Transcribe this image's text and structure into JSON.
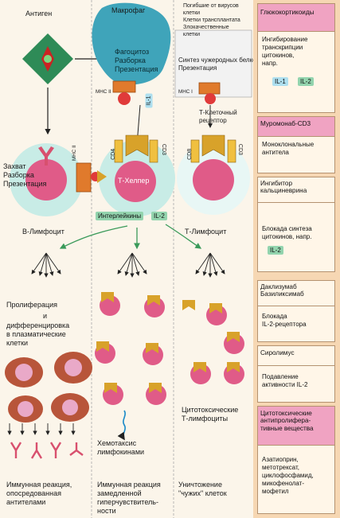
{
  "left_column": {
    "antigen_label": "Антиген",
    "capture_lines": [
      "Захват",
      "Разборка",
      "Презентация"
    ],
    "mhc2_label": "MHC II",
    "b_cell_label": "В-Лимфоцит",
    "proliferation": "Пролиферация",
    "and_text": "и",
    "differentiation_lines": [
      "дифференцировка",
      "в плазматические",
      "клетки"
    ],
    "outcome_lines": [
      "Иммунная реакция,",
      "опосредованная",
      "антителами"
    ]
  },
  "middle_column": {
    "macrophage_label": "Макрофаг",
    "macrophage_steps": [
      "Фагоцитоз",
      "Разборка",
      "Презентация"
    ],
    "mhc2_label": "MHC II",
    "il1_tag": "IL-1",
    "cd4_label": "CD4",
    "cd3_label": "CD3",
    "t_helper_label": "Т-Хелпер",
    "interleukins_tag": "Интерлейкины",
    "il2_tag": "IL-2",
    "chemotaxis_lines": [
      "Хемотаксис",
      "лимфокинами"
    ],
    "outcome_lines": [
      "Иммунная реакция",
      "замедленной",
      "гиперчувствитель-",
      "ности"
    ]
  },
  "right_column": {
    "infected_lines": [
      "Погибшие от вирусов",
      "клетки",
      "Клетки трансплантата",
      "Злокачественные",
      "клетки"
    ],
    "synthesis_lines": [
      "Синтез чужеродных белков",
      "Презентация"
    ],
    "mhc1_label": "MHC I",
    "receptor_lines": [
      "Т-Клеточный",
      "рецептор"
    ],
    "cd8_label": "CD8",
    "cd3_label": "CD3",
    "t_lymph_label": "Т-Лимфоцит",
    "cytotoxic_lines": [
      "Цитотоксические",
      "Т-лимфоциты"
    ],
    "outcome_lines": [
      "Уничтожение",
      "\"чужих\" клеток"
    ]
  },
  "sidebar": {
    "panels": [
      {
        "title_lines": [
          "Глюкокортикоиды"
        ],
        "body_lines": [
          "Ингибирование",
          "транскрипции",
          "цитокинов,",
          "напр."
        ],
        "tags": [
          "IL-1",
          "IL-2"
        ]
      },
      {
        "title_lines": [
          "Муромонаб-CD3"
        ],
        "body_lines": [
          "Моноклональные",
          "антитела"
        ],
        "tags": []
      },
      {
        "title_lines": [
          "Ингибитор",
          "кальциневрина"
        ],
        "body_lines": [
          "Блокада синтеза",
          "цитокинов, напр."
        ],
        "tags": [
          "IL-2"
        ]
      },
      {
        "title_lines": [
          "Даклизумаб",
          "Базиликсимаб"
        ],
        "body_lines": [
          "Блокада",
          "IL-2-рецептора"
        ],
        "tags": []
      },
      {
        "title_lines": [
          "Сиролимус"
        ],
        "body_lines": [
          "Подавление",
          "активности IL-2"
        ],
        "tags": []
      },
      {
        "title_lines": [
          "Цитотоксические",
          "антипролифера-",
          "тивные вещества"
        ],
        "body_lines": [
          "Азатиоприн,",
          "метотрексат,",
          "циклофосфамид,",
          "микофенолат-",
          "мофетил"
        ],
        "tags": []
      }
    ]
  },
  "colors": {
    "sidebar_bg": "#f6d7b3",
    "macrophage": "#3fa4ba",
    "t_cell_halo": "#c8ece6",
    "nucleus": "#e05b88",
    "receptor_gold": "#d8a22a",
    "mhc_orange": "#e07a2c",
    "antibody": "#d8506e",
    "plasma_cell": "#b8553a",
    "tag_green": "#93d4ae",
    "tag_blue": "#aedfef",
    "antigen_green": "#2e8b57",
    "antigen_red": "#cc2222"
  }
}
